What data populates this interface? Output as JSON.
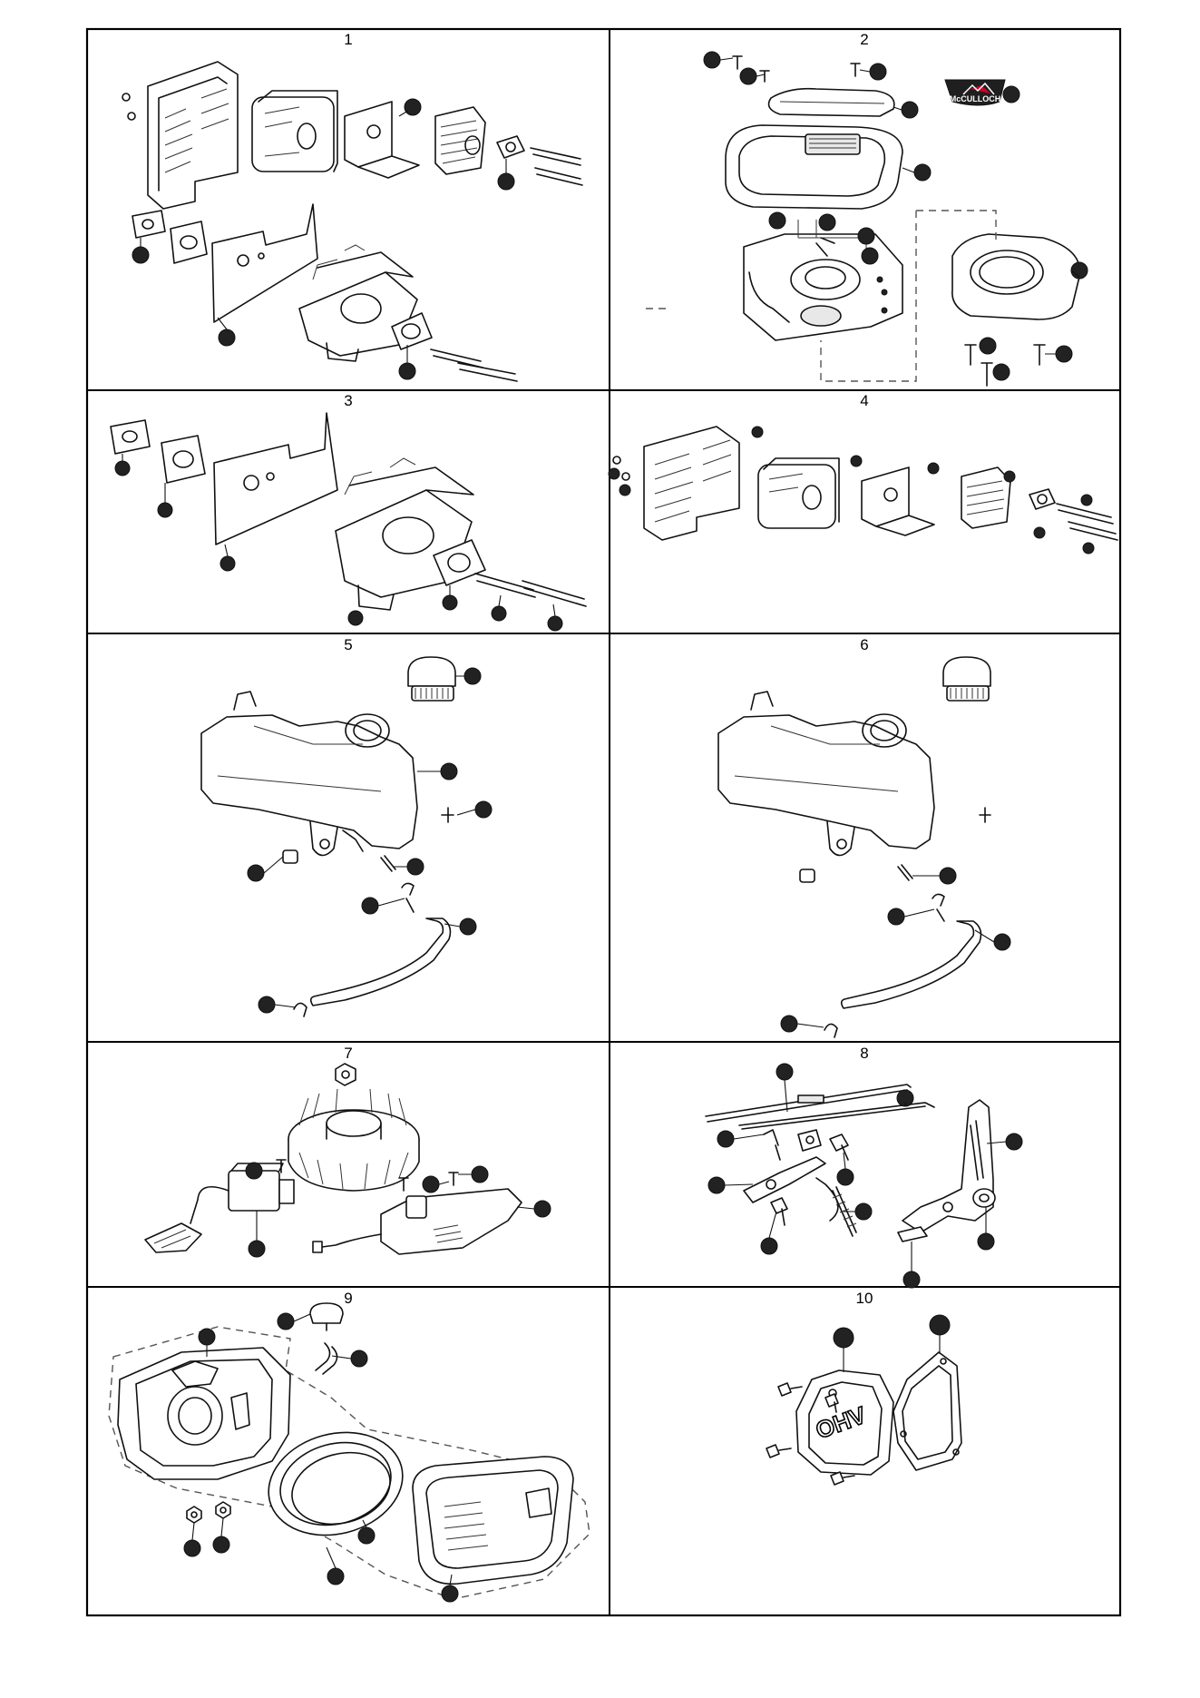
{
  "panels": [
    {
      "number": "1"
    },
    {
      "number": "2"
    },
    {
      "number": "3"
    },
    {
      "number": "4"
    },
    {
      "number": "5"
    },
    {
      "number": "6"
    },
    {
      "number": "7"
    },
    {
      "number": "8"
    },
    {
      "number": "9"
    },
    {
      "number": "10"
    }
  ],
  "logo": {
    "text": "McCULLOCH"
  },
  "valve_cover": {
    "text": "OHV"
  },
  "colors": {
    "line": "#111111",
    "callout": "#111111",
    "logo_bg": "#1f1f1f",
    "logo_accent": "#d0002a"
  }
}
